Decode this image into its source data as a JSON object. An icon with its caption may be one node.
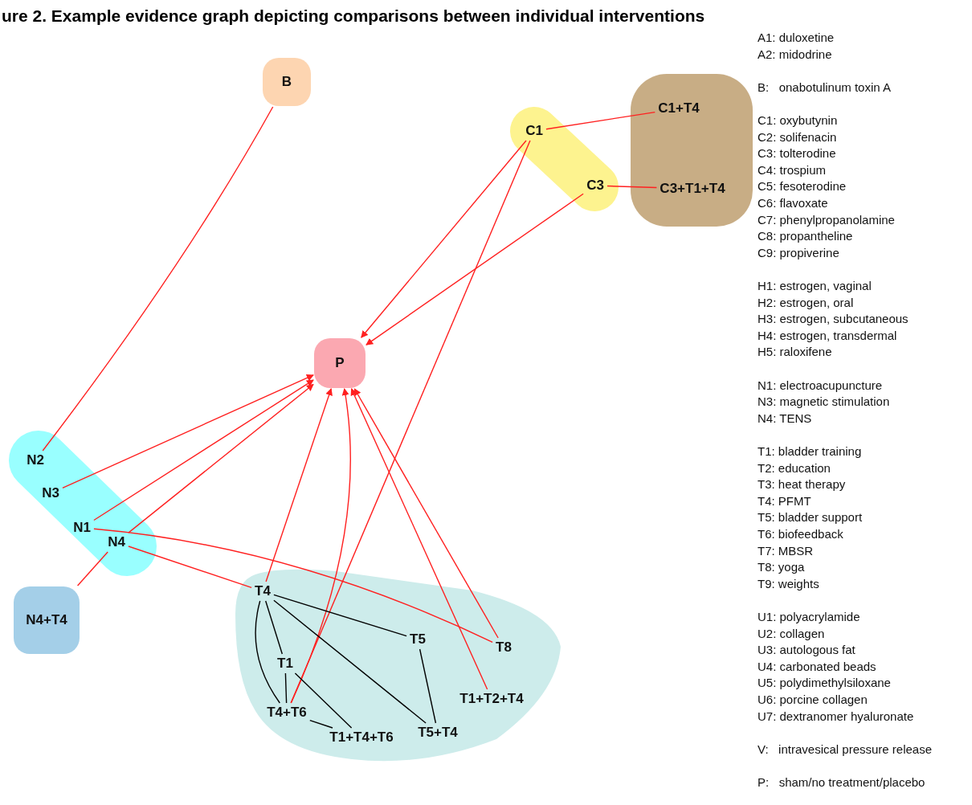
{
  "diagram": {
    "title": "ure 2. Example evidence graph depicting comparisons between individual interventions",
    "nodes": [
      {
        "text": [
          "B"
        ]
      },
      {
        "text": [],
        "shape": "box"
      },
      {
        "text": [
          "C1"
        ],
        "in": 1
      },
      {
        "text": [
          "C3"
        ],
        "in": 1
      },
      {
        "text": [],
        "shape": "box"
      },
      {
        "text": [
          "C1+T4"
        ],
        "in": 4
      },
      {
        "text": [
          "C3+T1+T4"
        ],
        "in": 4
      },
      {
        "text": [
          "P"
        ]
      },
      {
        "text": [],
        "shape": "box"
      },
      {
        "text": [
          "N2"
        ],
        "in": 8
      },
      {
        "text": [
          "N3"
        ],
        "in": 8
      },
      {
        "text": [
          "N1"
        ],
        "in": 8
      },
      {
        "text": [
          "N4"
        ],
        "in": 8
      },
      {
        "text": [
          "N4+T4"
        ]
      },
      {
        "text": [],
        "shape": "box"
      },
      {
        "text": [
          "T4"
        ],
        "in": 14
      },
      {
        "text": [
          "T5"
        ],
        "in": 14
      },
      {
        "text": [
          "T8"
        ],
        "in": 14
      },
      {
        "text": [
          "T1"
        ],
        "in": 14
      },
      {
        "text": [
          "T4+T6"
        ],
        "in": 14
      },
      {
        "text": [
          "T1+T2+T4"
        ],
        "in": 14
      },
      {
        "text": [
          "T1+T4+T6"
        ],
        "in": 14
      },
      {
        "text": [
          "T5+T4"
        ],
        "in": 14
      }
    ],
    "edges": [
      {
        "from": 0,
        "to": 9,
        "arrow": "none"
      },
      {
        "from": 2,
        "to": 5,
        "arrow": "none"
      },
      {
        "from": 3,
        "to": 6,
        "arrow": "none"
      },
      {
        "from": 2,
        "to": 7,
        "arrow": "to"
      },
      {
        "from": 2,
        "to": 19,
        "arrow": "none"
      },
      {
        "from": 3,
        "to": 7,
        "arrow": "to"
      },
      {
        "from": 10,
        "to": 7,
        "arrow": "to"
      },
      {
        "from": 11,
        "to": 7,
        "arrow": "to"
      },
      {
        "from": 12,
        "to": 7,
        "arrow": "to"
      },
      {
        "from": 15,
        "to": 7,
        "arrow": "to"
      },
      {
        "from": 19,
        "to": 7,
        "arrow": "to"
      },
      {
        "from": 20,
        "to": 7,
        "arrow": "to"
      },
      {
        "from": 17,
        "to": 7,
        "arrow": "to"
      },
      {
        "from": 11,
        "to": 17,
        "arrow": "none"
      },
      {
        "from": 12,
        "to": 15,
        "arrow": "none"
      },
      {
        "from": 12,
        "to": 13,
        "arrow": "none"
      },
      {
        "from": 15,
        "to": 16,
        "arrow": "none",
        "color": "#000000"
      },
      {
        "from": 15,
        "to": 22,
        "arrow": "none",
        "color": "#000000"
      },
      {
        "from": 15,
        "to": 18,
        "arrow": "none",
        "color": "#000000"
      },
      {
        "from": 15,
        "to": 19,
        "arrow": "none",
        "color": "#000000"
      },
      {
        "from": 18,
        "to": 19,
        "arrow": "none",
        "color": "#000000"
      },
      {
        "from": 18,
        "to": 21,
        "arrow": "none",
        "color": "#000000"
      },
      {
        "from": 19,
        "to": 21,
        "arrow": "none",
        "color": "#000000"
      },
      {
        "from": 16,
        "to": 22,
        "arrow": "none",
        "color": "#000000"
      }
    ],
    "labels": [
      "A1: duloxetine",
      "A2: midodrine",
      "B:   onabotulinum toxin A",
      "C1: oxybutynin",
      "C2: solifenacin",
      "C3: tolterodine",
      "C4: trospium",
      "C5: fesoterodine",
      "C6: flavoxate",
      "C7: phenylpropanolamine",
      "C8: propantheline",
      "C9: propiverine",
      "H1: estrogen, vaginal",
      "H2: estrogen, oral",
      "H3: estrogen, subcutaneous",
      "H4: estrogen, transdermal",
      "H5: raloxifene",
      "N1: electroacupuncture",
      "N3: magnetic stimulation",
      "N4: TENS",
      "T1: bladder training",
      "T2: education",
      "T3: heat therapy",
      "T4: PFMT",
      "T5: bladder support",
      "T6: biofeedback",
      "T7: MBSR",
      "T8: yoga",
      "T9: weights",
      "U1: polyacrylamide",
      "U2: collagen",
      "U3: autologous fat",
      "U4: carbonated beads",
      "U5: polydimethylsiloxane",
      "U6: porcine collagen",
      "U7: dextranomer hyaluronate",
      "V:   intravesical pressure release",
      "P:   sham/no treatment/placebo"
    ]
  }
}
